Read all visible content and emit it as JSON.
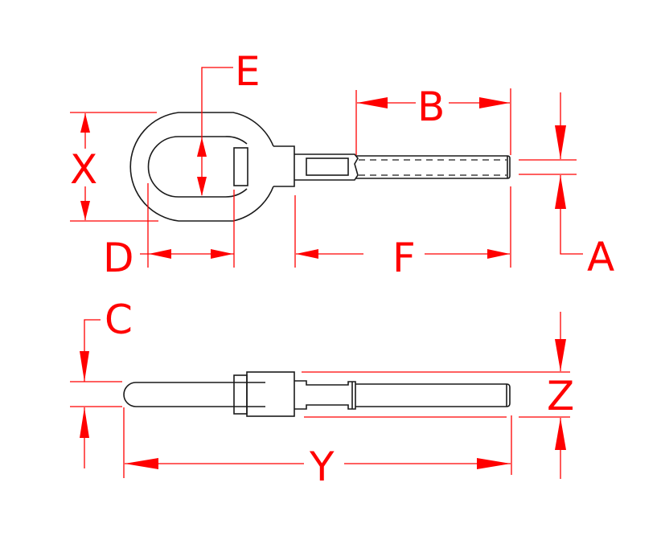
{
  "drawing": {
    "type": "technical dimension drawing",
    "subject": "eye swage terminal with threaded stud",
    "colors": {
      "part_outline": "#1a1a1a",
      "dimension": "#ff0000",
      "background": "#ffffff"
    },
    "views": [
      "top view",
      "side view"
    ]
  },
  "labels": {
    "E": "E",
    "B": "B",
    "X": "X",
    "A": "A",
    "D": "D",
    "F": "F",
    "C": "C",
    "Z": "Z",
    "Y": "Y"
  }
}
